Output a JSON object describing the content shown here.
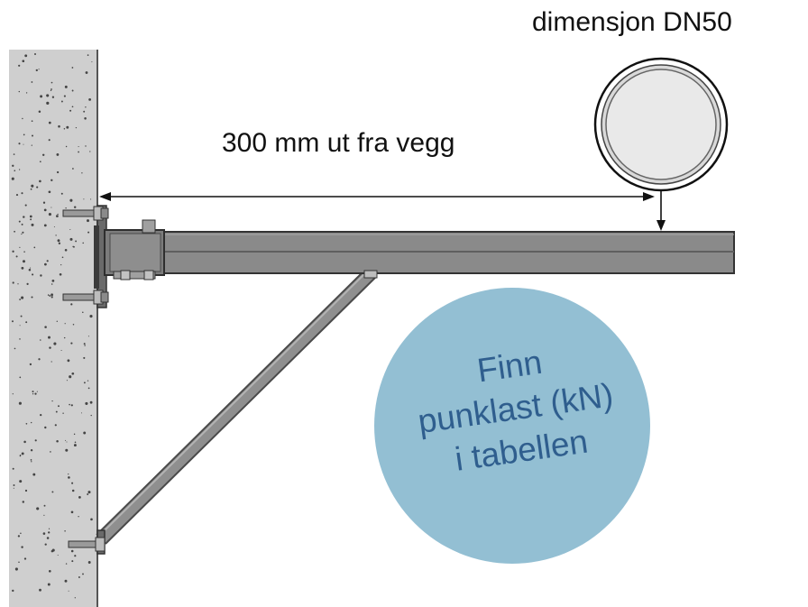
{
  "pipe": {
    "label": "dimensjon DN50"
  },
  "dimension": {
    "label": "300 mm ut fra vegg"
  },
  "callout": {
    "lines": [
      "Finn",
      "punklast (kN)",
      "i tabellen"
    ]
  },
  "colors": {
    "wall": "#cfcfcf",
    "steel": "#8a8a8a",
    "steel_dark": "#5f5f5f",
    "callout_bubble": "#93bfd3",
    "callout_text": "#2f5e8e"
  }
}
